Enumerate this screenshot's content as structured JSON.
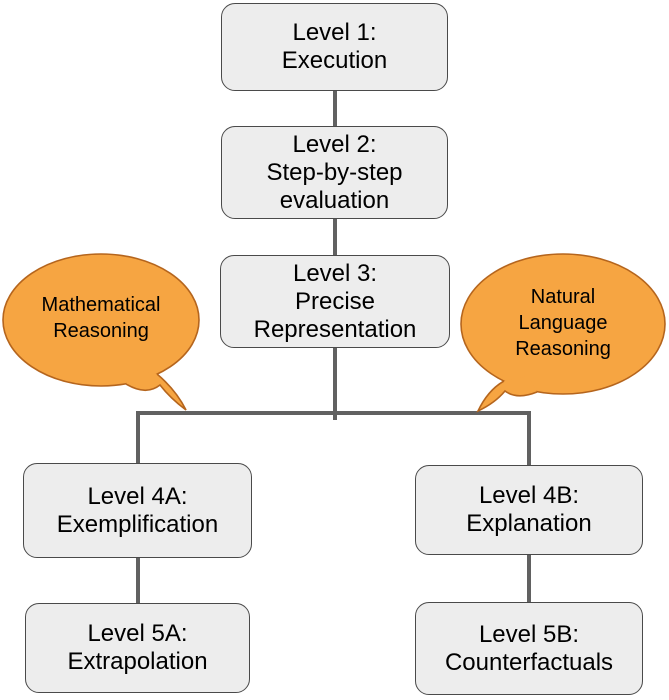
{
  "diagram": {
    "nodes": {
      "level1": {
        "title": "Level 1:",
        "label": "Execution"
      },
      "level2": {
        "title": "Level 2:",
        "label": "Step-by-step evaluation"
      },
      "level3": {
        "title": "Level 3:",
        "label": "Precise Representation"
      },
      "level4a": {
        "title": "Level 4A:",
        "label": "Exemplification"
      },
      "level4b": {
        "title": "Level 4B:",
        "label": "Explanation"
      },
      "level5a": {
        "title": "Level 5A:",
        "label": "Extrapolation"
      },
      "level5b": {
        "title": "Level 5B:",
        "label": "Counterfactuals"
      }
    },
    "callouts": {
      "left": {
        "text": "Mathematical Reasoning"
      },
      "right": {
        "text": "Natural Language Reasoning"
      }
    },
    "edges": [
      {
        "from": "level1",
        "to": "level2"
      },
      {
        "from": "level2",
        "to": "level3"
      },
      {
        "from": "level3",
        "to": "level4a"
      },
      {
        "from": "level3",
        "to": "level4b"
      },
      {
        "from": "level4a",
        "to": "level5a"
      },
      {
        "from": "level4b",
        "to": "level5b"
      }
    ],
    "colors": {
      "node_fill": "#ededed",
      "node_border": "#4a4a4a",
      "connector": "#616161",
      "callout_fill": "#f6a542",
      "callout_border": "#b5651d",
      "text": "#000000"
    }
  }
}
